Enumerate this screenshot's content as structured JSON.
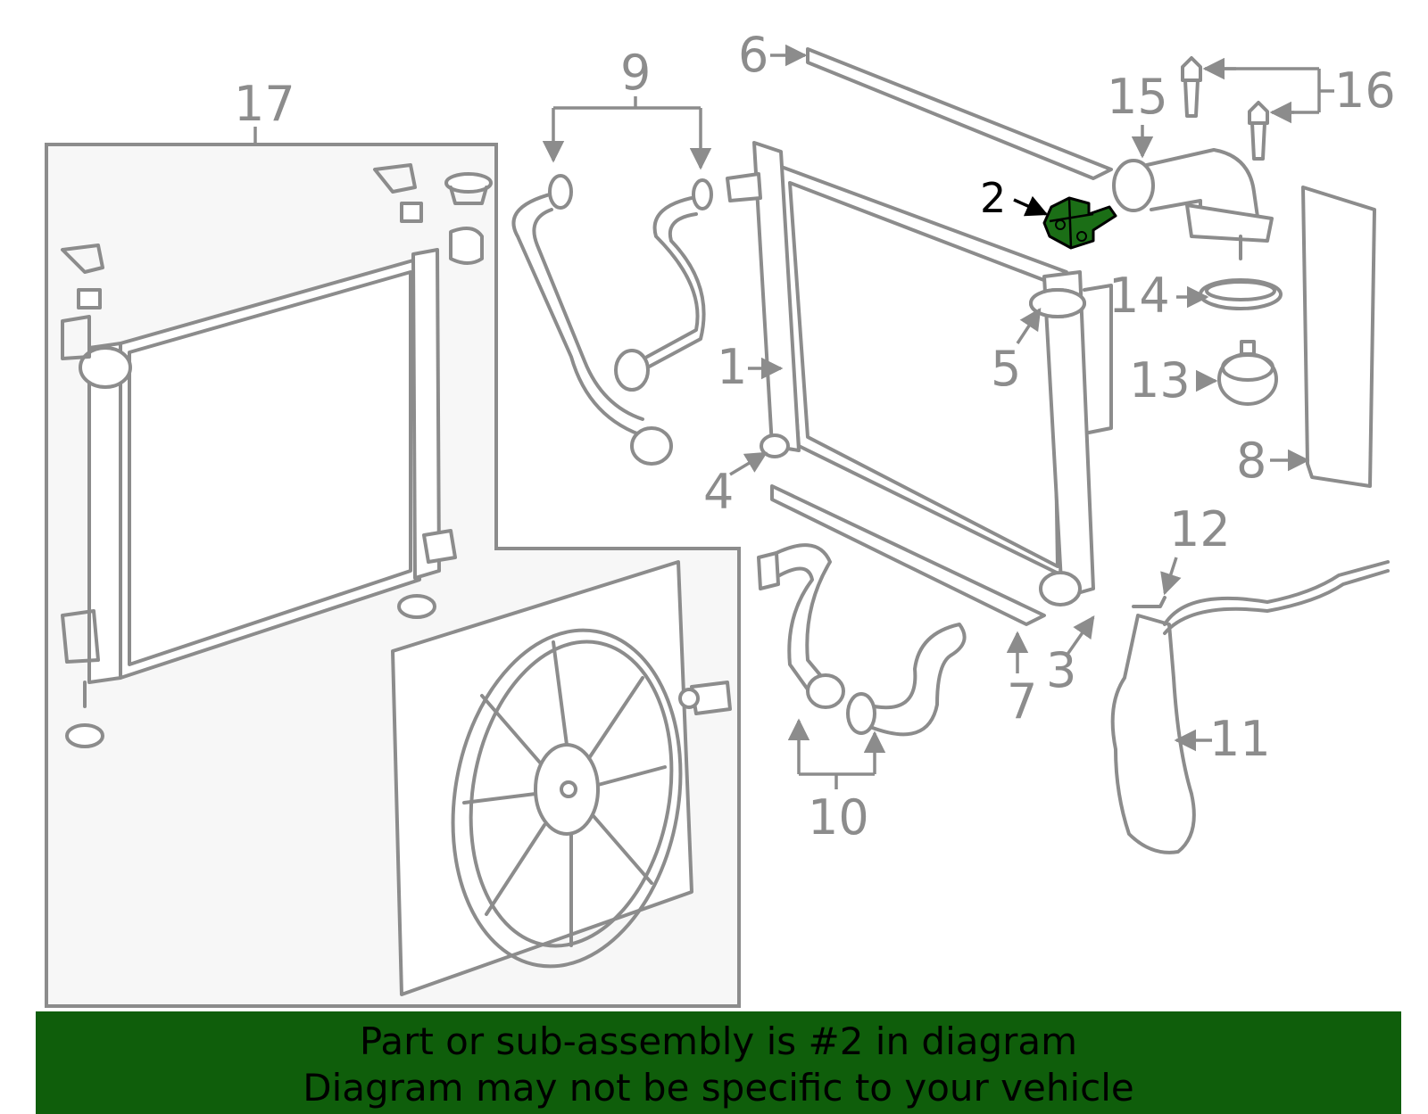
{
  "diagram": {
    "callouts": [
      {
        "id": "c1",
        "label": "1"
      },
      {
        "id": "c2",
        "label": "2"
      },
      {
        "id": "c3",
        "label": "3"
      },
      {
        "id": "c4",
        "label": "4"
      },
      {
        "id": "c5",
        "label": "5"
      },
      {
        "id": "c6",
        "label": "6"
      },
      {
        "id": "c7",
        "label": "7"
      },
      {
        "id": "c8",
        "label": "8"
      },
      {
        "id": "c9",
        "label": "9"
      },
      {
        "id": "c10",
        "label": "10"
      },
      {
        "id": "c11",
        "label": "11"
      },
      {
        "id": "c12",
        "label": "12"
      },
      {
        "id": "c13",
        "label": "13"
      },
      {
        "id": "c14",
        "label": "14"
      },
      {
        "id": "c15",
        "label": "15"
      },
      {
        "id": "c16",
        "label": "16"
      },
      {
        "id": "c17",
        "label": "17"
      }
    ],
    "highlighted_part": "2",
    "colors": {
      "line": "#8c8c8c",
      "highlight_fill": "#1b6e16",
      "banner": "#0f5e0b",
      "inset_bg": "#f7f7f7"
    }
  },
  "banner": {
    "line1": "Part or sub-assembly is #2 in diagram",
    "line2": "Diagram may not be specific to your vehicle"
  }
}
